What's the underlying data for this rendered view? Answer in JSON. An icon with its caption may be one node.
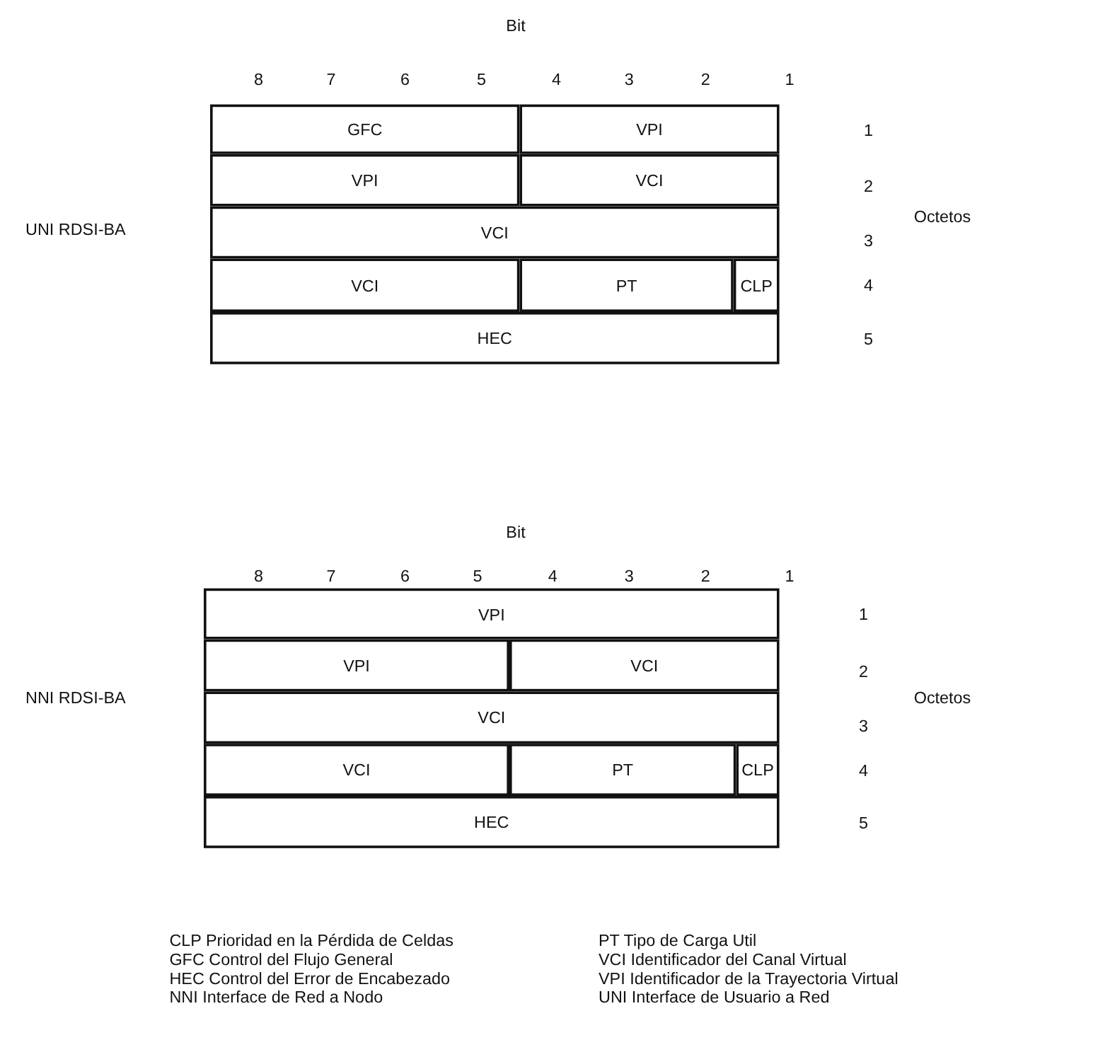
{
  "diagram": {
    "labels": [
      "Bit",
      "8",
      "7",
      "6",
      "5",
      "4",
      "3",
      "2",
      "1",
      "GFC",
      "VPI",
      "1",
      "VPI",
      "VCI",
      "2",
      "UNI RDSI-BA",
      "VCI",
      "3",
      "Octetos",
      "VCI",
      "PT",
      "CLP",
      "4",
      "HEC",
      "5",
      "Bit",
      "8",
      "7",
      "6",
      "5",
      "4",
      "3",
      "2",
      "1",
      "VPI",
      "1",
      "VPI",
      "VCI",
      "2",
      "NNI RDSI-BA",
      "VCI",
      "3",
      "Octetos",
      "VCI",
      "PT",
      "CLP",
      "4",
      "HEC",
      "5",
      "CLP Prioridad en la Pérdida de Celdas",
      "PT Tipo de Carga Util",
      "GFC Control del Flujo General",
      "VCI Identificador del Canal Virtual",
      "HEC Control del Error de Encabezado",
      "VPI Identificador de la Trayectoria Virtual",
      "NNI Interface de Red a Nodo",
      "UNI Interface de Usuario a Red"
    ]
  }
}
